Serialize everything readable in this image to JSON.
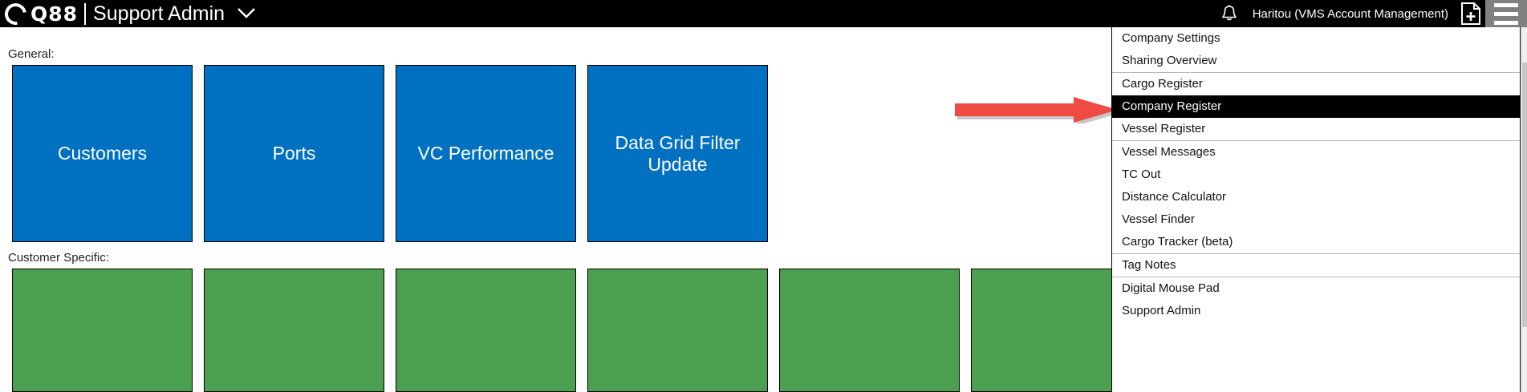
{
  "header": {
    "logo_text": "Q88",
    "title": "Support Admin",
    "caret_icon": "chevron-down-icon",
    "bell_icon": "notification-bell-icon",
    "user_label": "Haritou (VMS Account Management)",
    "new_document_icon": "new-document-icon",
    "menu_icon": "hamburger-menu-icon",
    "background_color": "#000000",
    "hamburger_background_color": "#808080"
  },
  "sections": [
    {
      "label": "General:",
      "tile_color": "#0070c0",
      "tiles": [
        {
          "label": "Customers"
        },
        {
          "label": "Ports"
        },
        {
          "label": "VC Performance"
        },
        {
          "label": "Data Grid Filter Update"
        }
      ]
    },
    {
      "label": "Customer Specific:",
      "tile_color": "#4ba050",
      "tiles": [
        {
          "label": ""
        },
        {
          "label": ""
        },
        {
          "label": ""
        },
        {
          "label": ""
        },
        {
          "label": ""
        },
        {
          "label": ""
        }
      ]
    }
  ],
  "annotation": {
    "type": "arrow",
    "color": "#f04040",
    "points_to": "Company Register"
  },
  "dropdown_menu": {
    "items": [
      {
        "label": "Company Settings",
        "active": false,
        "separator_after": false
      },
      {
        "label": "Sharing Overview",
        "active": false,
        "separator_after": true
      },
      {
        "label": "Cargo Register",
        "active": false,
        "separator_after": false
      },
      {
        "label": "Company Register",
        "active": true,
        "separator_after": false
      },
      {
        "label": "Vessel Register",
        "active": false,
        "separator_after": true
      },
      {
        "label": "Vessel Messages",
        "active": false,
        "separator_after": false
      },
      {
        "label": "TC Out",
        "active": false,
        "separator_after": false
      },
      {
        "label": "Distance Calculator",
        "active": false,
        "separator_after": false
      },
      {
        "label": "Vessel Finder",
        "active": false,
        "separator_after": false
      },
      {
        "label": "Cargo Tracker (beta)",
        "active": false,
        "separator_after": true
      },
      {
        "label": "Tag Notes",
        "active": false,
        "separator_after": true
      },
      {
        "label": "Digital Mouse Pad",
        "active": false,
        "separator_after": false
      },
      {
        "label": "Support Admin",
        "active": false,
        "separator_after": false
      }
    ],
    "highlight_color": "#000000"
  }
}
